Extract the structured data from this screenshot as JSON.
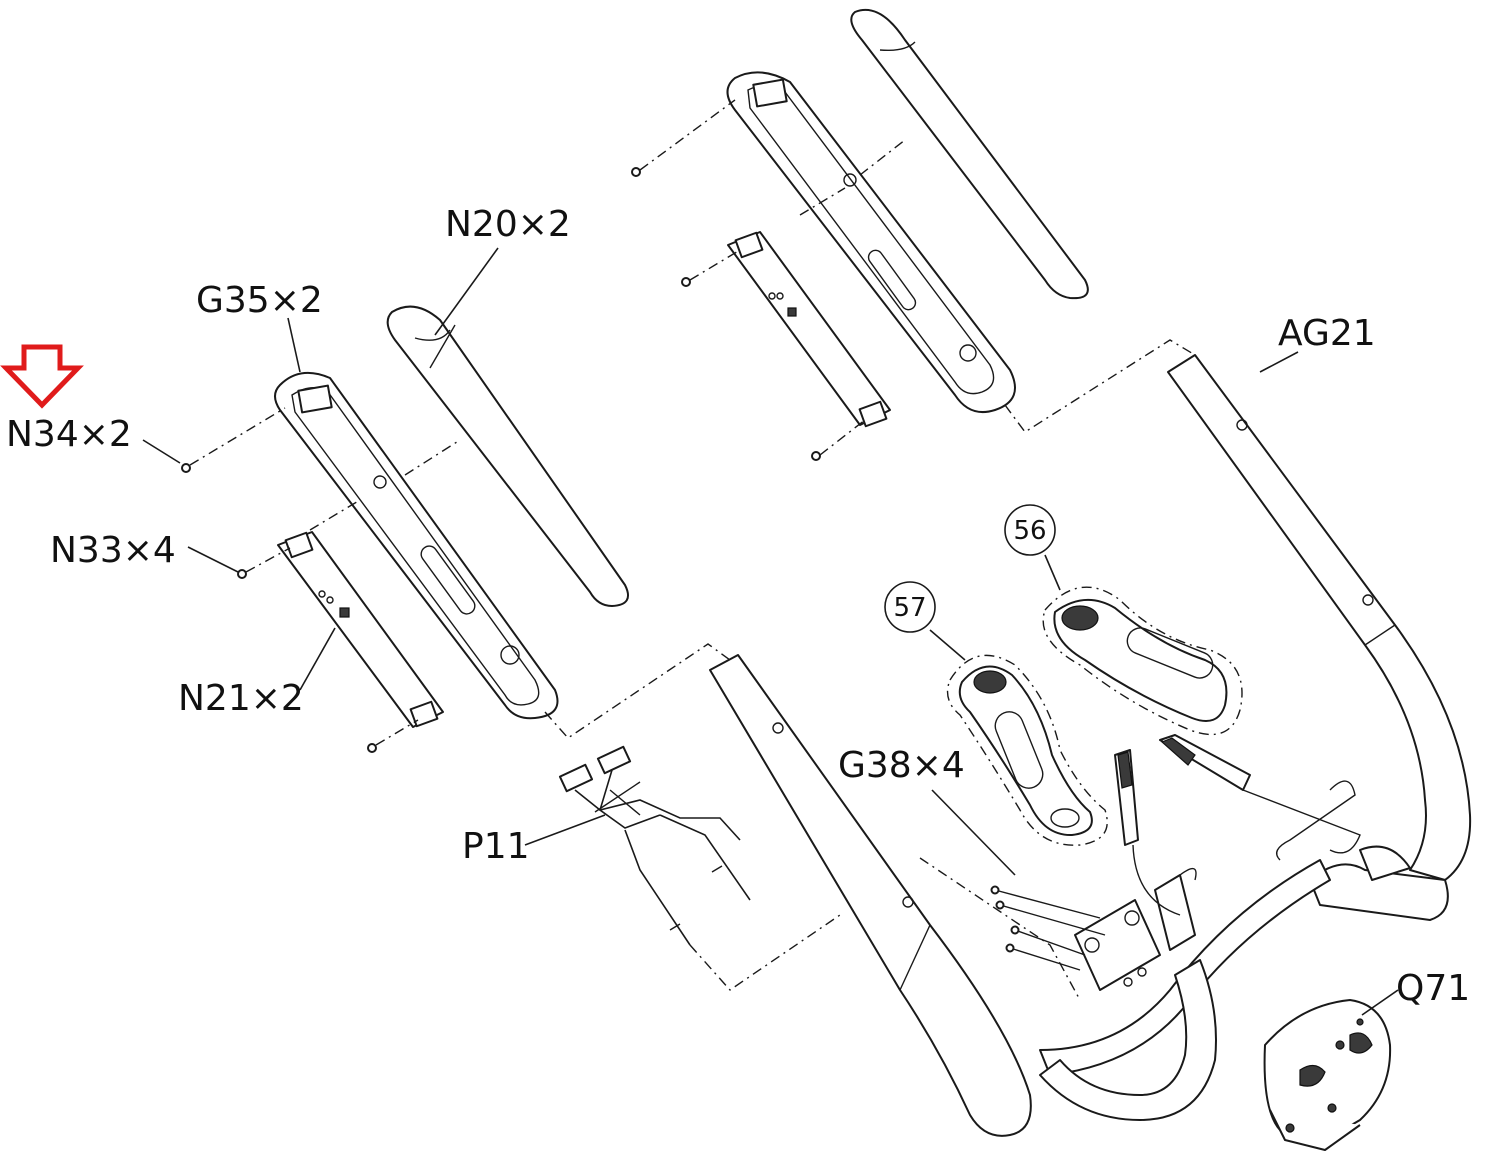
{
  "labels": {
    "n34": "N34×2",
    "g35": "G35×2",
    "n20": "N20×2",
    "n33": "N33×4",
    "n21": "N21×2",
    "ag21": "AG21",
    "p11": "P11",
    "g38": "G38×4",
    "q71": "Q71",
    "c56": "56",
    "c57": "57"
  },
  "highlight": {
    "target": "N34×2",
    "icon": "down-arrow-icon",
    "color": "#e01b1b"
  }
}
